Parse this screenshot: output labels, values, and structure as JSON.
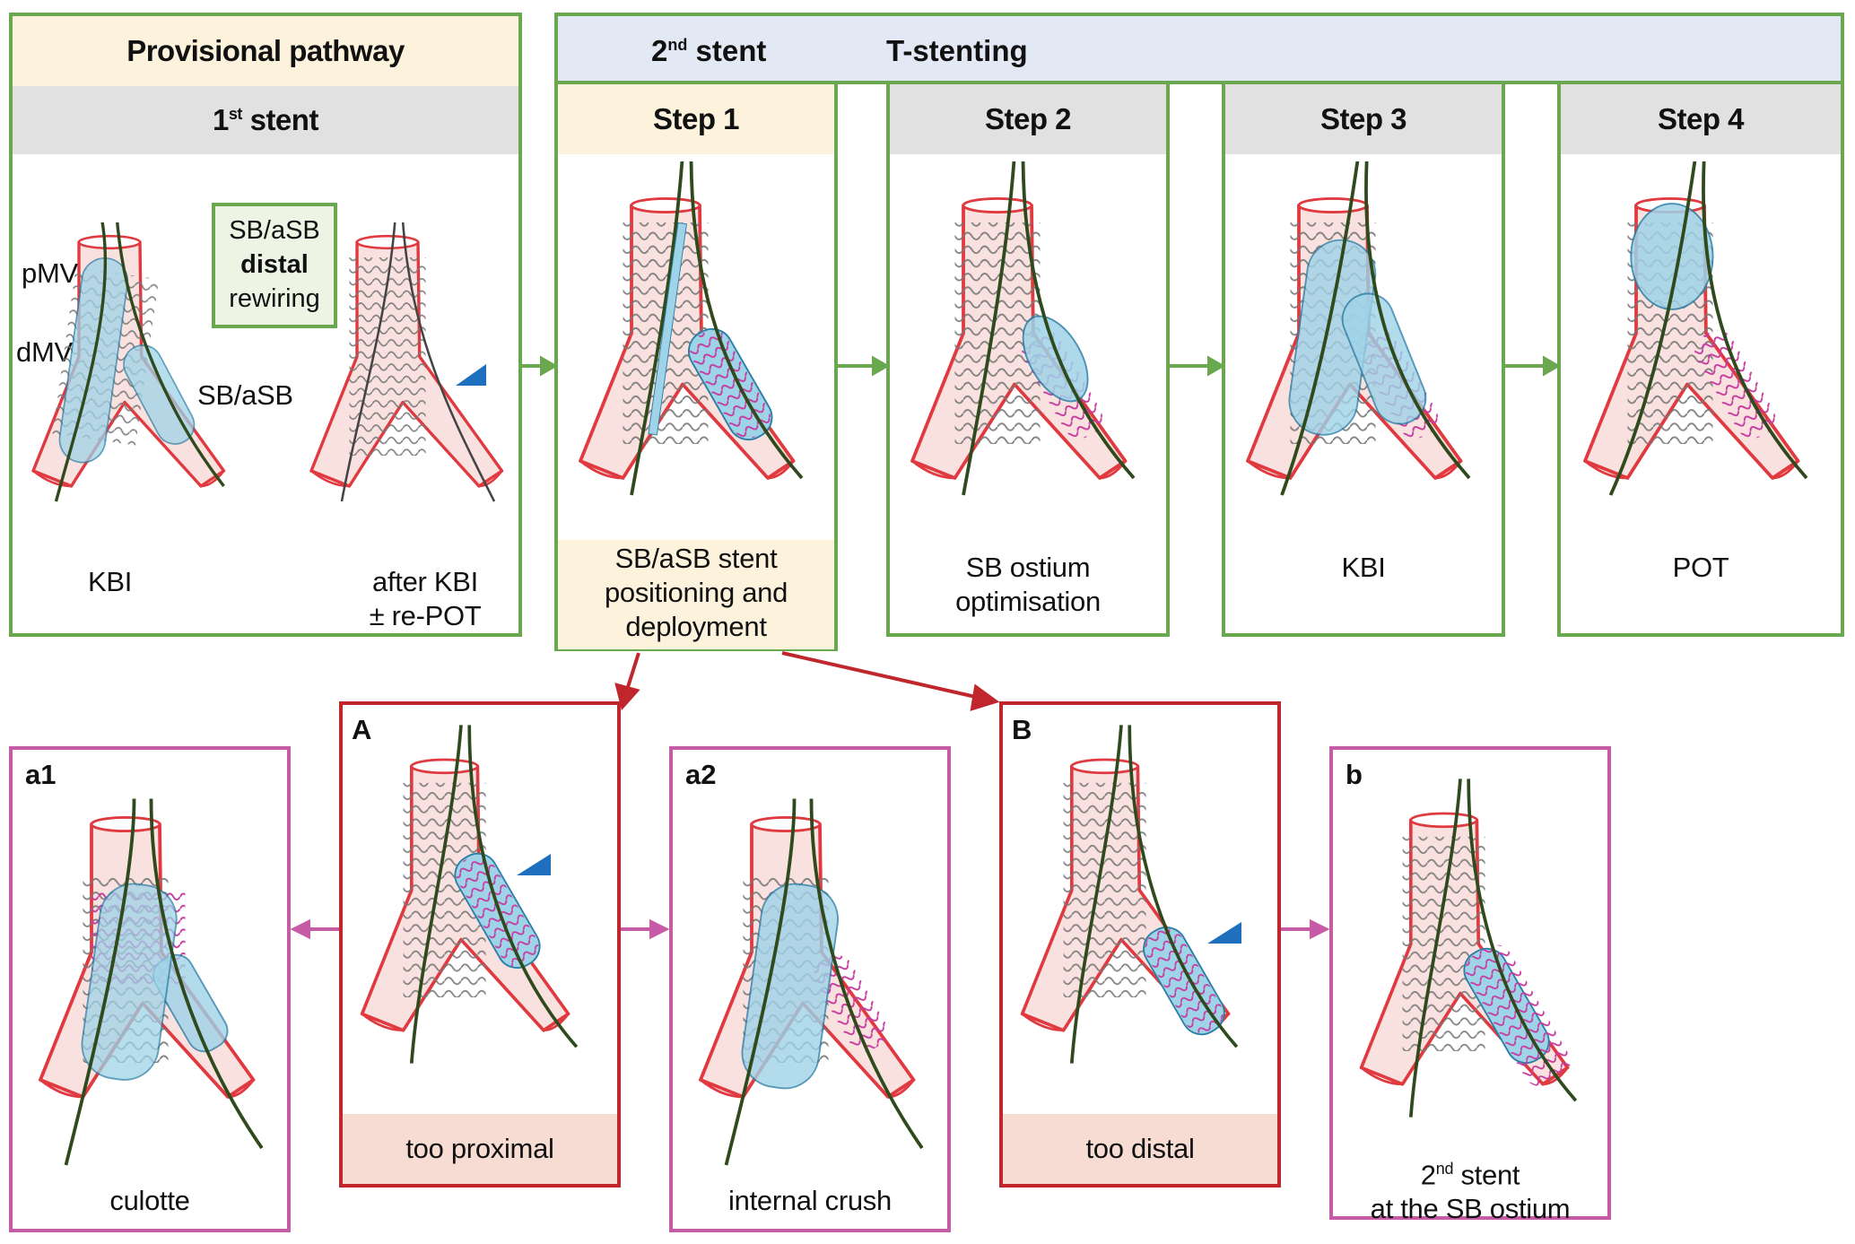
{
  "provisional": {
    "title": "Provisional pathway",
    "first_stent": "1",
    "first_stent_sup": "st",
    "first_stent_word": " stent",
    "rewiring": [
      "SB/aSB",
      "distal",
      "rewiring"
    ],
    "labels": {
      "pmv": "pMV",
      "dmv": "dMV",
      "sb": "SB/aSB"
    },
    "captions": {
      "kbi": "KBI",
      "after_1": "after KBI",
      "after_2": "± re-POT"
    }
  },
  "tstent": {
    "second": "2",
    "second_sup": "nd",
    "second_word": " stent",
    "title": "T-stenting",
    "steps": [
      {
        "title": "Step 1",
        "caption": [
          "SB/aSB stent",
          "positioning and",
          "deployment"
        ]
      },
      {
        "title": "Step 2",
        "caption": [
          "SB ostium",
          "optimisation"
        ]
      },
      {
        "title": "Step 3",
        "caption": [
          "KBI"
        ]
      },
      {
        "title": "Step 4",
        "caption": [
          "POT"
        ]
      }
    ]
  },
  "bottom": {
    "a1": {
      "tag": "a1",
      "caption": "culotte"
    },
    "A": {
      "tag": "A",
      "caption": "too proximal"
    },
    "a2": {
      "tag": "a2",
      "caption": "internal crush"
    },
    "B": {
      "tag": "B",
      "caption": "too distal"
    },
    "b": {
      "tag": "b",
      "caption_num": "2",
      "caption_sup": "nd",
      "caption_1": " stent",
      "caption_2": "at the SB ostium"
    }
  },
  "colors": {
    "green": "#6aa84f",
    "red": "#c0272d",
    "magenta": "#c65ca6",
    "cream": "#fdf3dc",
    "lavender": "#e3e8f5",
    "gray": "#e1e1e1",
    "pink": "#f7dcd3",
    "vessel_fill": "#f9e1df",
    "vessel_line": "#e03a40",
    "balloon": "#9fd3e8",
    "wire": "#2f4a1c",
    "arrowhead": "#1f6fbf"
  }
}
